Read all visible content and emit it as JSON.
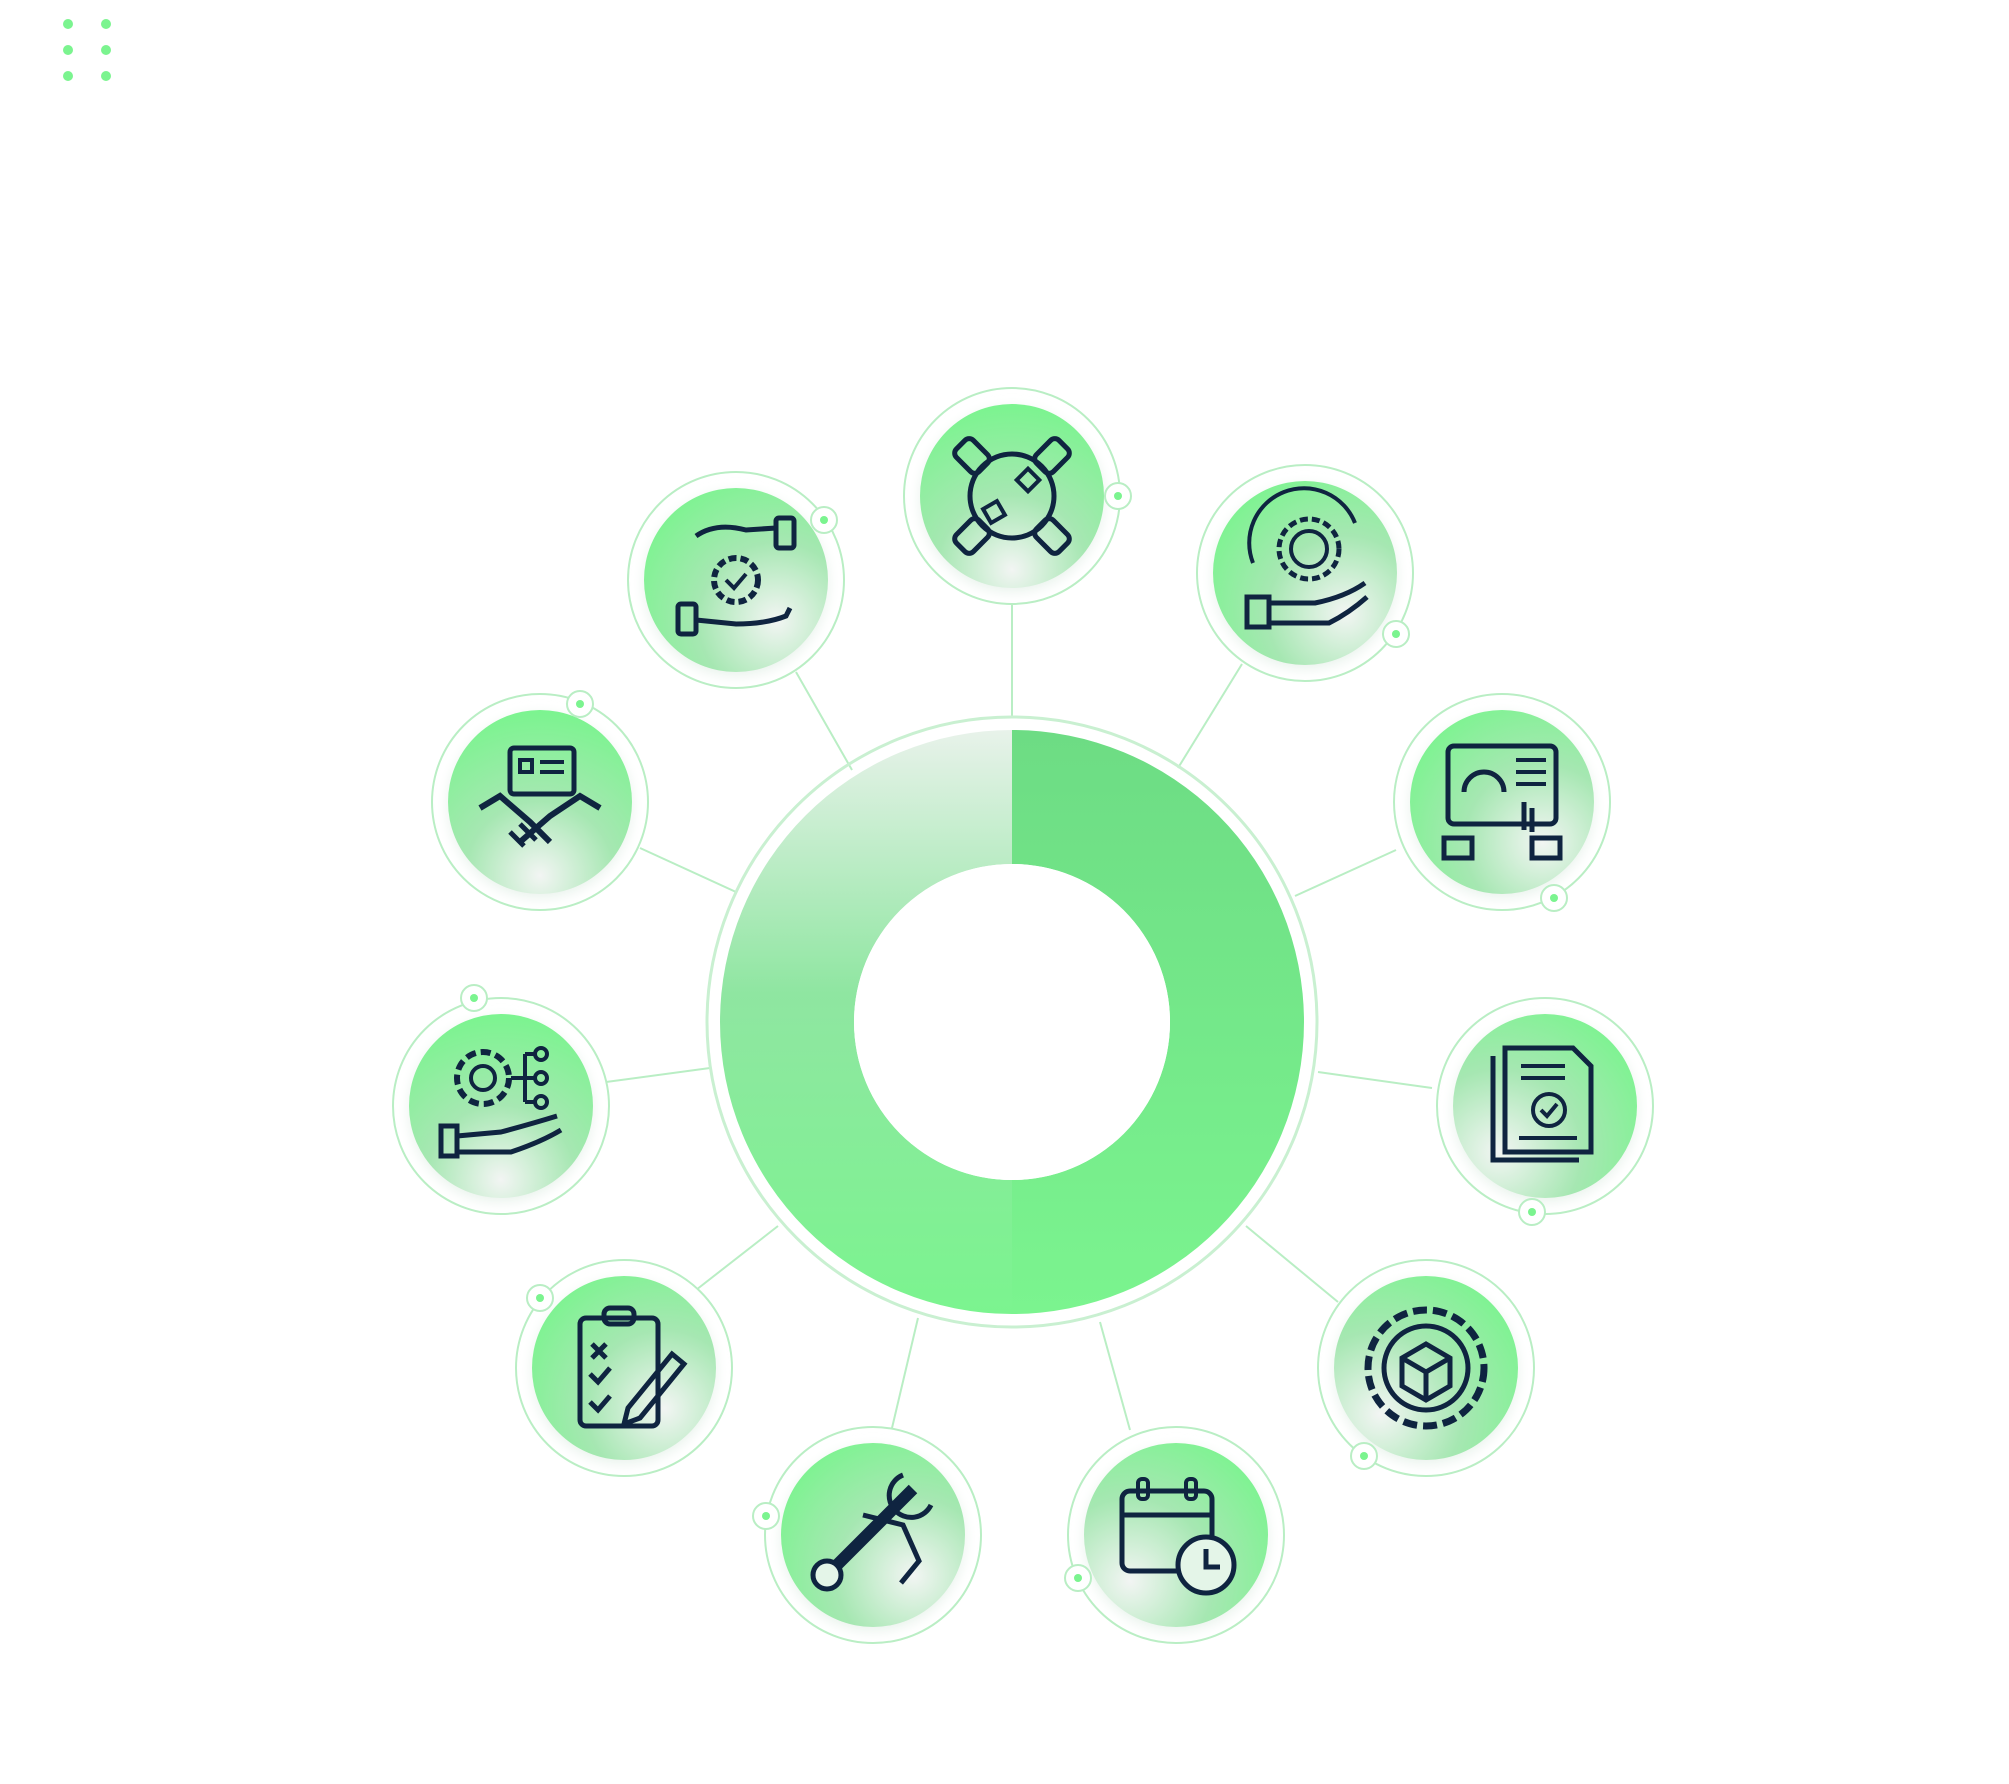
{
  "colors": {
    "accent": "#7bf48f",
    "accent_mid": "#6ddc84",
    "halo": "#b9eec4",
    "icon_stroke": "#0f2440",
    "background": "#ffffff"
  },
  "menu": {
    "icon": "grid-dots-icon"
  },
  "hub": {
    "type": "donut-ring",
    "center": "empty"
  },
  "nodes": [
    {
      "id": "node-collaboration",
      "icon": "people-collaboration-icon"
    },
    {
      "id": "node-investment",
      "icon": "money-gear-hand-icon"
    },
    {
      "id": "node-dashboard",
      "icon": "tablet-dashboard-hands-icon"
    },
    {
      "id": "node-documents",
      "icon": "approved-documents-icon"
    },
    {
      "id": "node-product",
      "icon": "gear-box-icon"
    },
    {
      "id": "node-schedule",
      "icon": "calendar-clock-icon"
    },
    {
      "id": "node-maintenance",
      "icon": "wrench-hand-icon"
    },
    {
      "id": "node-checklist",
      "icon": "clipboard-checklist-icon"
    },
    {
      "id": "node-process",
      "icon": "gear-hand-process-icon"
    },
    {
      "id": "node-agreement",
      "icon": "handshake-contract-icon"
    },
    {
      "id": "node-service",
      "icon": "hands-gear-exchange-icon"
    }
  ]
}
